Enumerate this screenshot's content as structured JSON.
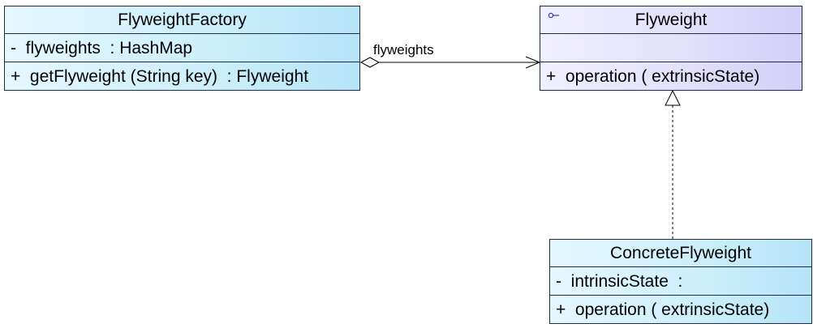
{
  "classes": {
    "factory": {
      "name": "FlyweightFactory",
      "attribute": "-  flyweights  : HashMap",
      "operation": "+  getFlyweight (String key)  : Flyweight"
    },
    "flyweight": {
      "name": "Flyweight",
      "stereotype_icon": "interface-lollipop-icon",
      "attribute": "",
      "operation": "+  operation ( extrinsicState)"
    },
    "concrete": {
      "name": "ConcreteFlyweight",
      "attribute": "-  intrinsicState  :",
      "operation": "+  operation ( extrinsicState)"
    }
  },
  "relations": {
    "aggregation": {
      "label": "flyweights",
      "kind": "aggregation",
      "from": "FlyweightFactory",
      "to": "Flyweight"
    },
    "realization": {
      "kind": "realization",
      "from": "ConcreteFlyweight",
      "to": "Flyweight"
    }
  },
  "colors": {
    "class_fill": "#cdeffb",
    "interface_fill": "#e2e0fb",
    "border": "#1f2a44",
    "line": "#000000"
  }
}
